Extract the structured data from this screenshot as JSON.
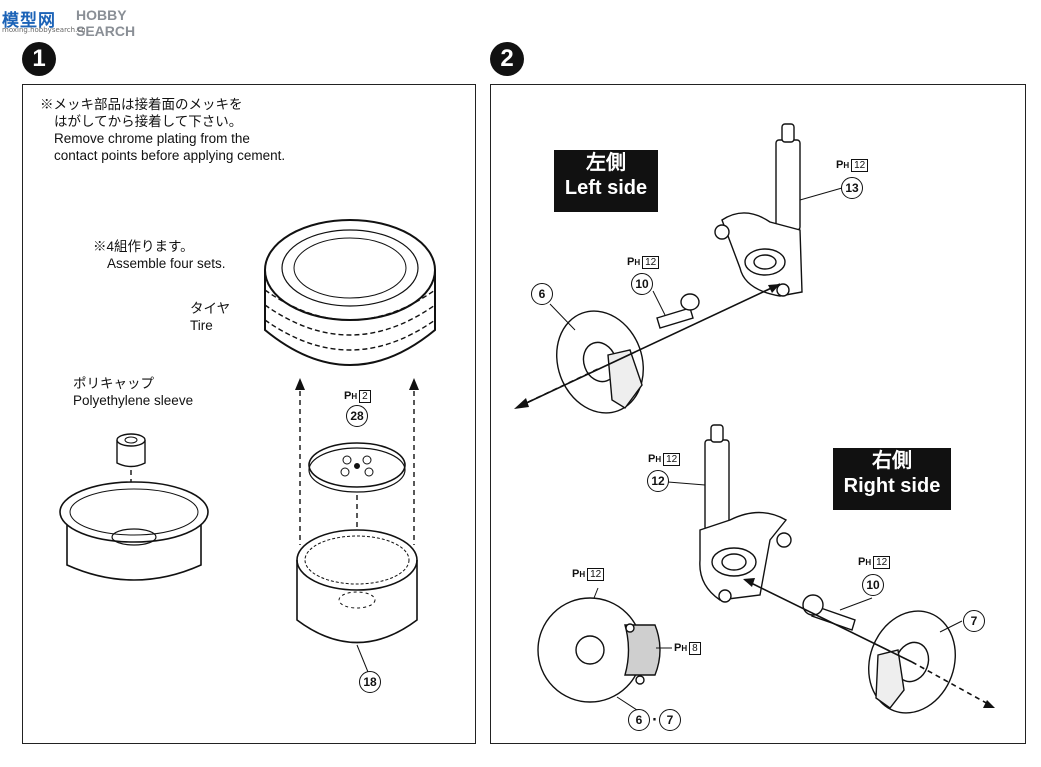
{
  "watermark": {
    "logo_cn": "模型网",
    "logo_en": "HOBBY SEARCH",
    "url": "moxing.hobbysearch.cn"
  },
  "steps": [
    {
      "number": "1",
      "note": {
        "jp_line1": "※メッキ部品は接着面のメッキを",
        "jp_line2": "はがしてから接着して下さい。",
        "en_line1": "Remove chrome plating from the",
        "en_line2": "contact points before applying cement."
      },
      "assemble": {
        "jp": "※4組作ります。",
        "en": "Assemble four sets."
      },
      "tire": {
        "jp": "タイヤ",
        "en": "Tire"
      },
      "sleeve": {
        "jp": "ポリキャップ",
        "en": "Polyethylene sleeve"
      },
      "hub_part": "28",
      "hub_runner": {
        "letter": "P",
        "sub": "H",
        "num": "2"
      },
      "wheel_part": "18"
    },
    {
      "number": "2",
      "left_side": {
        "jp": "左側",
        "en": "Left side"
      },
      "right_side": {
        "jp": "右側",
        "en": "Right side"
      },
      "upper": {
        "strut_part": "13",
        "strut_runner": {
          "letter": "P",
          "sub": "H",
          "num": "12"
        },
        "axle_part": "10",
        "axle_runner": {
          "letter": "P",
          "sub": "H",
          "num": "12"
        },
        "disc_part": "6"
      },
      "lower": {
        "strut_part": "12",
        "strut_runner": {
          "letter": "P",
          "sub": "H",
          "num": "12"
        },
        "axle_part": "10",
        "axle_runner": {
          "letter": "P",
          "sub": "H",
          "num": "12"
        },
        "disc_part": "7",
        "detail_runner": {
          "letter": "P",
          "sub": "H",
          "num": "12"
        },
        "caliper_runner": {
          "letter": "P",
          "sub": "H",
          "num": "8"
        },
        "detail_part_a": "6",
        "detail_sep": "·",
        "detail_part_b": "7"
      }
    }
  ]
}
